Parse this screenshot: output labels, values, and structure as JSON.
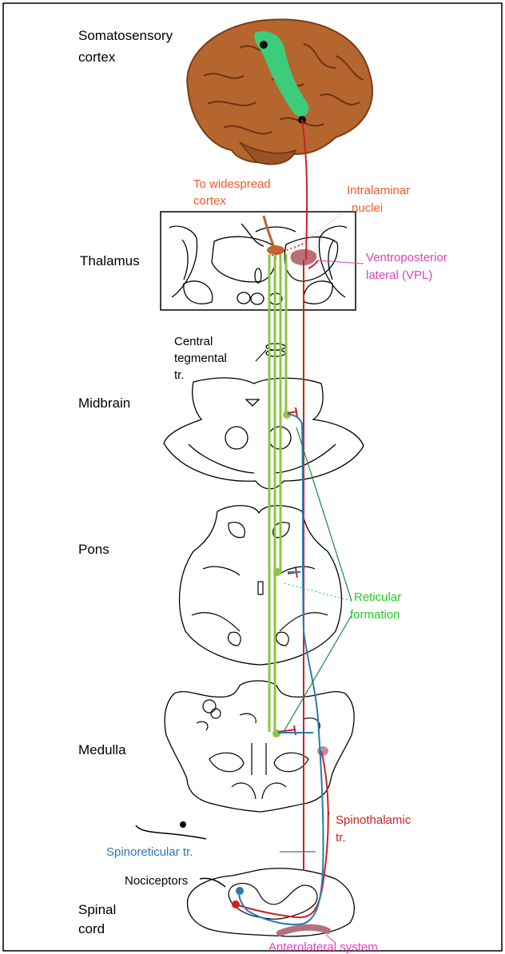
{
  "labels": {
    "somatosensory_1": "Somatosensory",
    "somatosensory_2": "cortex",
    "widespread_1": "To widespread",
    "widespread_2": "cortex",
    "intralaminar_1": "Intralaminar",
    "intralaminar_2": "nuclei",
    "thalamus": "Thalamus",
    "vpl_1": "Ventroposterior",
    "vpl_2": "lateral (VPL)",
    "ctt_1": "Central",
    "ctt_2": "tegmental",
    "ctt_3": "tr.",
    "midbrain": "Midbrain",
    "pons": "Pons",
    "reticular_1": "Reticular",
    "reticular_2": "formation",
    "medulla": "Medulla",
    "spinothalamic_1": "Spinothalamic",
    "spinothalamic_2": "tr.",
    "spinoreticular": "Spinoreticular tr.",
    "nociceptors": "Nociceptors",
    "spinal_1": "Spinal",
    "spinal_2": "cord",
    "anterolateral": "Anterolateral system"
  },
  "colors": {
    "green_path": "#8cc63f",
    "green_label": "#22cc22",
    "red_path": "#cc2222",
    "blue_path": "#2a7ab5",
    "orange_label": "#f05a28",
    "pink_label": "#e040c0",
    "brain": "#b5652e",
    "cortex_highlight": "#3dcc7a"
  }
}
